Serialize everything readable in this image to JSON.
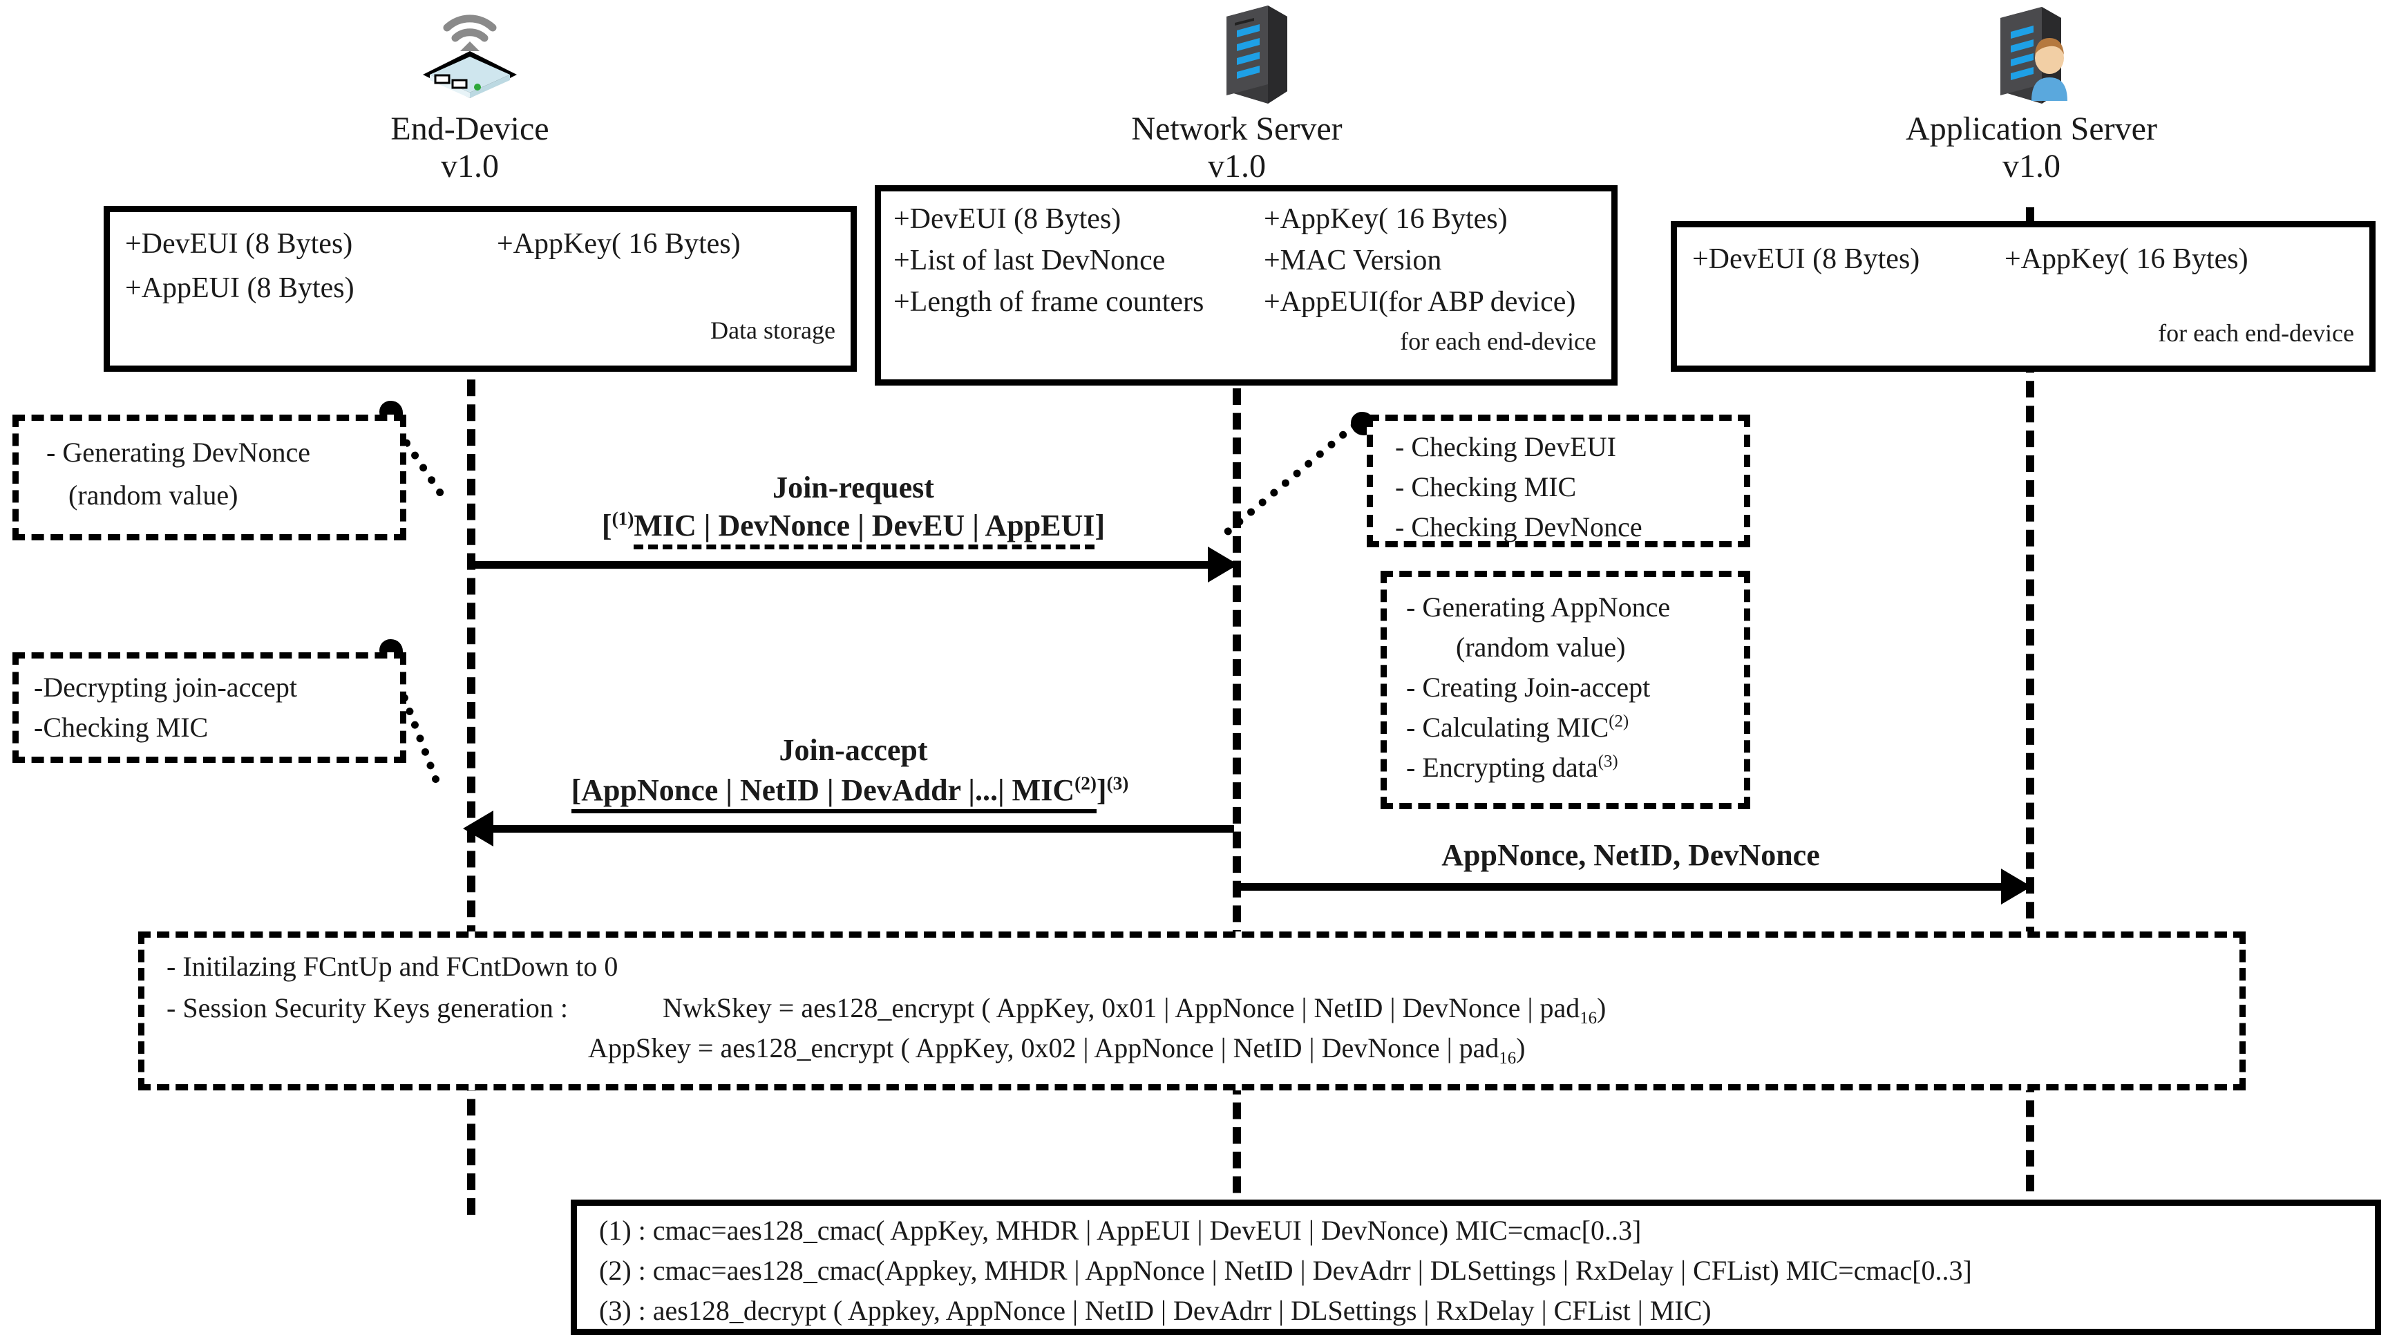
{
  "diagram": {
    "title": "LoRaWAN v1.0 Join Procedure (OTAA) Sequence Diagram",
    "actors": [
      {
        "id": "end-device",
        "name": "End-Device",
        "version": "v1.0",
        "icon": "wifi-router-icon"
      },
      {
        "id": "network-server",
        "name": "Network Server",
        "version": "v1.0",
        "icon": "server-rack-icon"
      },
      {
        "id": "application-server",
        "name": "Application Server",
        "version": "v1.0",
        "icon": "server-rack-user-icon"
      }
    ],
    "storage_boxes": [
      {
        "owner": "end-device",
        "rows": [
          [
            "+DevEUI (8 Bytes)",
            "+AppKey( 16 Bytes)"
          ],
          [
            "+AppEUI (8 Bytes)",
            ""
          ]
        ],
        "footer": "Data storage"
      },
      {
        "owner": "network-server",
        "rows": [
          [
            "+DevEUI (8 Bytes)",
            "+AppKey( 16 Bytes)"
          ],
          [
            "+List of last DevNonce",
            "+MAC Version"
          ],
          [
            "+Length of frame counters",
            "+AppEUI(for ABP device)"
          ]
        ],
        "footer": "for each end-device"
      },
      {
        "owner": "application-server",
        "rows": [
          [
            "+DevEUI (8 Bytes)",
            "+AppKey( 16 Bytes)"
          ]
        ],
        "footer": "for each end-device"
      }
    ],
    "notes": [
      {
        "id": "note-generating-devnonce",
        "owner": "end-device",
        "lines": [
          "- Generating DevNonce",
          "(random value)"
        ]
      },
      {
        "id": "note-decrypting-join-accept",
        "owner": "end-device",
        "lines": [
          "-Decrypting join-accept",
          "-Checking MIC"
        ]
      },
      {
        "id": "note-checking",
        "owner": "network-server",
        "lines": [
          "- Checking DevEUI",
          "- Checking MIC",
          "- Checking DevNonce"
        ]
      },
      {
        "id": "note-generating-appnonce",
        "owner": "network-server",
        "lines": [
          "- Generating AppNonce",
          "(random value)",
          "- Creating Join-accept",
          "- Calculating MIC(2)",
          "- Encrypting data(3)"
        ]
      }
    ],
    "messages": [
      {
        "id": "join-request",
        "title": "Join-request",
        "payload": "[(1)MIC | DevNonce | DevEU | AppEUI]",
        "from": "end-device",
        "to": "network-server",
        "direction": "right"
      },
      {
        "id": "join-accept",
        "title": "Join-accept",
        "payload": "[AppNonce | NetID | DevAddr |...| MIC(2)](3)",
        "from": "network-server",
        "to": "end-device",
        "direction": "left"
      },
      {
        "id": "appnonce-netid-devnonce",
        "title": "AppNonce, NetID, DevNonce",
        "payload": "",
        "from": "network-server",
        "to": "application-server",
        "direction": "right"
      }
    ],
    "session_box": {
      "id": "session-key-generation",
      "line1": "- Initilazing FCntUp and FCntDown to 0",
      "line2_label": "- Session Security Keys generation :",
      "line2_formula": "NwkSkey = aes128_encrypt ( AppKey, 0x01 | AppNonce | NetID | DevNonce | pad16)",
      "line3_formula": "AppSkey = aes128_encrypt ( AppKey, 0x02 | AppNonce | NetID | DevNonce | pad16)"
    },
    "footnotes": {
      "id": "footnote-box",
      "lines": [
        "(1) : cmac=aes128_cmac( AppKey, MHDR | AppEUI | DevEUI | DevNonce)  MIC=cmac[0..3]",
        "(2) : cmac=aes128_cmac(Appkey, MHDR | AppNonce | NetID | DevAdrr | DLSettings | RxDelay | CFList)   MIC=cmac[0..3]",
        "(3) : aes128_decrypt ( Appkey, AppNonce | NetID | DevAdrr | DLSettings | RxDelay | CFList | MIC)"
      ]
    },
    "colors": {
      "stroke": "#000000",
      "background": "#ffffff",
      "device_body": "#cfe6ee",
      "server_body": "#3a3a3c",
      "server_led": "#1ea0e6",
      "wifi": "#8a8a8a",
      "user_head": "#f2cfa5",
      "user_body": "#5aa8dd"
    }
  }
}
